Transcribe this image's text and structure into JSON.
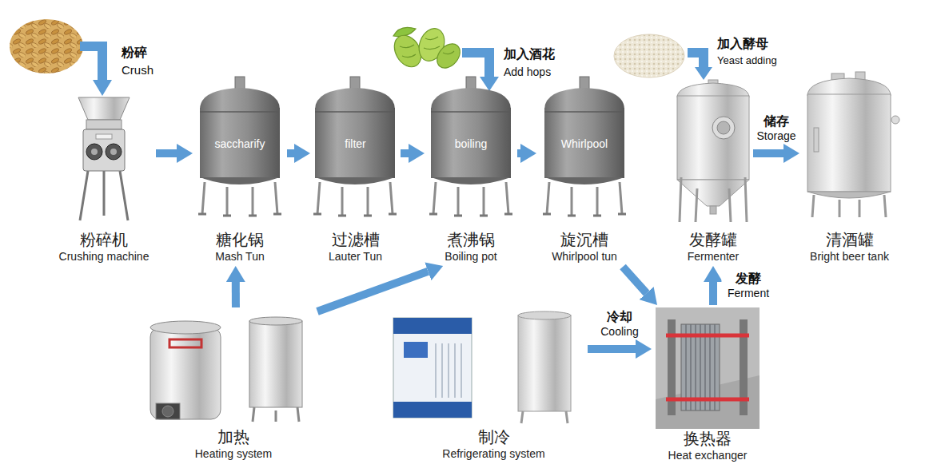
{
  "diagram": {
    "nodes": [
      {
        "text": [
          "粉碎机",
          "Crushing machine"
        ]
      },
      {
        "text": [
          "saccharify",
          "糖化锅",
          "Mash Tun"
        ]
      },
      {
        "text": [
          "filter",
          "过滤槽",
          "Lauter Tun"
        ]
      },
      {
        "text": [
          "boiling",
          "煮沸锅",
          "Boiling pot"
        ]
      },
      {
        "text": [
          "Whirlpool",
          "旋沉槽",
          "Whirlpool tun"
        ]
      },
      {
        "text": [
          "发酵罐",
          "Fermenter"
        ]
      },
      {
        "text": [
          "清酒罐",
          "Bright beer tank"
        ]
      },
      {
        "text": [
          "加热",
          "Heating system"
        ]
      },
      {
        "text": [
          "制冷",
          "Refrigerating system"
        ]
      },
      {
        "text": [
          "换热器",
          "Heat exchanger"
        ]
      }
    ],
    "edges": [
      {
        "from": 0,
        "to": 1,
        "arrow": "to"
      },
      {
        "from": 1,
        "to": 2,
        "arrow": "to"
      },
      {
        "from": 2,
        "to": 3,
        "arrow": "to"
      },
      {
        "from": 3,
        "to": 4,
        "arrow": "to"
      },
      {
        "from": 5,
        "to": 6,
        "label": "储存 Storage",
        "arrow": "to"
      },
      {
        "from": 7,
        "to": 1,
        "arrow": "to"
      },
      {
        "from": 7,
        "to": 3,
        "arrow": "to"
      },
      {
        "from": 4,
        "to": 9,
        "arrow": "to"
      },
      {
        "from": 8,
        "to": 9,
        "label": "冷却 Cooling",
        "arrow": "to"
      },
      {
        "from": 9,
        "to": 5,
        "label": "发酵 Ferment",
        "arrow": "to"
      }
    ],
    "labels": [
      "粉碎",
      "Crush",
      "加入酒花",
      "Add hops",
      "加入酵母",
      "Yeast adding"
    ]
  }
}
